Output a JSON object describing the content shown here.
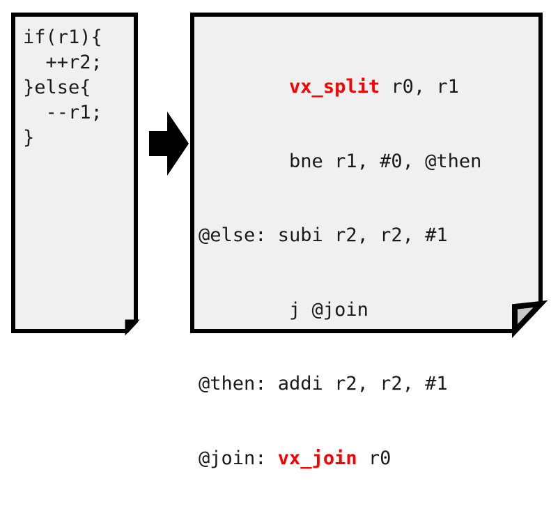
{
  "figure": {
    "type": "code-transformation-diagram",
    "description": "Source C code transformed into vector assembly with vx_split / vx_join",
    "colors": {
      "card_fill": "#f0f0f0",
      "card_border": "#000000",
      "keyword_red": "#fb0000",
      "text": "#1a1a1a",
      "fold_shade": "#c8c8c8",
      "page_background": "#ffffff"
    }
  },
  "source_card": {
    "name": "source-code-card",
    "language": "c",
    "lines": [
      "if(r1){",
      "  ++r2;",
      "}else{",
      "  --r1;",
      "}"
    ],
    "text": "if(r1){\n  ++r2;\n}else{\n  --r1;\n}",
    "has_corner_fold": true
  },
  "arrow": {
    "name": "transform-arrow",
    "direction": "right",
    "color": "#000000"
  },
  "assembly_card": {
    "name": "assembly-code-card",
    "language": "asm",
    "has_corner_fold": true,
    "lines": [
      {
        "label": "",
        "segments": [
          {
            "text": "        ",
            "style": "plain"
          },
          {
            "text": "vx_split",
            "style": "keyword"
          },
          {
            "text": " r0, r1",
            "style": "plain"
          }
        ],
        "plain_text": "        vx_split r0, r1"
      },
      {
        "label": "",
        "segments": [
          {
            "text": "        bne r1, #0, @then",
            "style": "plain"
          }
        ],
        "plain_text": "        bne r1, #0, @then"
      },
      {
        "label": "@else:",
        "segments": [
          {
            "text": "@else: subi r2, r2, #1",
            "style": "plain"
          }
        ],
        "plain_text": "@else: subi r2, r2, #1"
      },
      {
        "label": "",
        "segments": [
          {
            "text": "        j @join",
            "style": "plain"
          }
        ],
        "plain_text": "        j @join"
      },
      {
        "label": "@then:",
        "segments": [
          {
            "text": "@then: addi r2, r2, #1",
            "style": "plain"
          }
        ],
        "plain_text": "@then: addi r2, r2, #1"
      },
      {
        "label": "@join:",
        "segments": [
          {
            "text": "@join: ",
            "style": "plain"
          },
          {
            "text": "vx_join",
            "style": "keyword"
          },
          {
            "text": " r0",
            "style": "plain"
          }
        ],
        "plain_text": "@join: vx_join r0"
      }
    ],
    "keywords": [
      "vx_split",
      "vx_join"
    ],
    "full_text": "        vx_split r0, r1\n        bne r1, #0, @then\n@else: subi r2, r2, #1\n        j @join\n@then: addi r2, r2, #1\n@join: vx_join r0"
  }
}
